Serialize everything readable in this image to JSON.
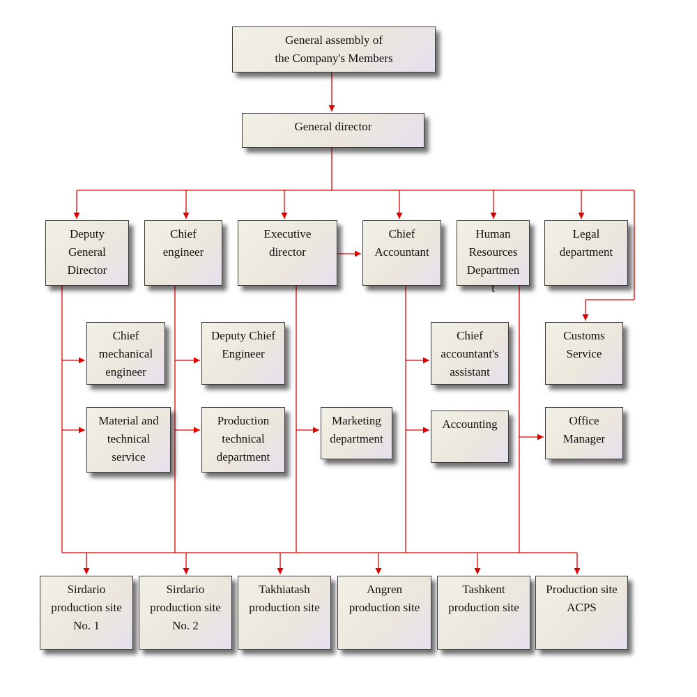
{
  "org_chart": {
    "nodes": {
      "assembly": "General assembly of\nthe Company's  Members",
      "general_director": "General director",
      "deputy_gd": "Deputy\nGeneral\nDirector",
      "chief_engineer": "Chief\nengineer",
      "executive_director": "Executive\ndirector",
      "chief_accountant": "Chief\nAccountant",
      "hr": "Human\nResources\nDepartmen\nt",
      "legal": "Legal\ndepartment",
      "chief_mech": "Chief\nmechanical\nengineer",
      "deputy_chief_eng": "Deputy Chief\nEngineer",
      "chief_acc_assistant": "Chief\naccountant's\nassistant",
      "customs": "Customs\nService",
      "material_tech": "Material and\ntechnical\nservice",
      "production_tech": "Production\ntechnical\ndepartment",
      "marketing": "Marketing\ndepartment",
      "accounting": "Accounting",
      "office_manager": "Office\nManager",
      "site_sirdario1": "Sirdario\nproduction site\nNo. 1",
      "site_sirdario2": "Sirdario\nproduction site\nNo. 2",
      "site_takhiatash": "Takhiatash\nproduction site",
      "site_angren": "Angren\nproduction site",
      "site_tashkent": "Tashkent\nproduction site",
      "site_acps": "Production site\nACPS"
    },
    "colors": {
      "connector": "#e00000",
      "box_border": "#3a3a3a"
    }
  }
}
